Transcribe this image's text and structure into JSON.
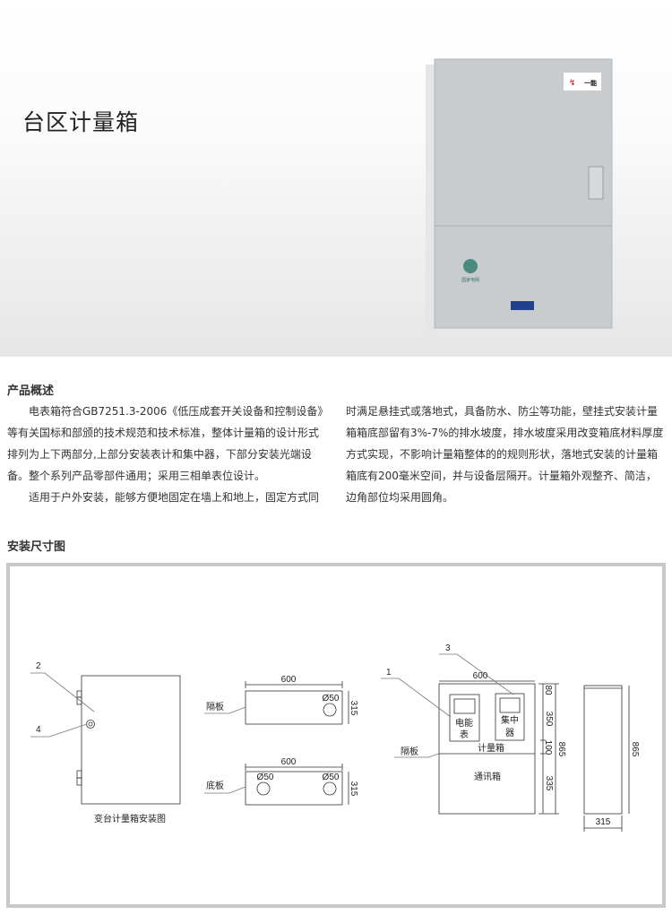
{
  "hero": {
    "title": "台区计量箱",
    "logo_text": "一能",
    "badge_text": "国家电网"
  },
  "overview": {
    "heading": "产品概述",
    "left_lines": [
      "　　电表箱符合GB7251.3-2006《低压成套开关设备和控制设备》",
      "等有关国标和部颁的技术规范和技术标准，整体计量箱的设计形式",
      "排列为上下两部分,上部分安装表计和集中器，下部分安装光端设",
      "备。整个系列产品零部件通用；采用三相单表位设计。",
      "　　适用于户外安装，能够方便地固定在墙上和地上，固定方式同"
    ],
    "right_lines": [
      "时满足悬挂式或落地式，具备防水、防尘等功能，壁挂式安装计量",
      "箱箱底部留有3%-7%的排水坡度，排水坡度采用改变箱底材料厚度",
      "方式实现，不影响计量箱整体的的规则形状，落地式安装的计量箱",
      "箱底有200毫米空间，并与设备层隔开。计量箱外观整齐、简洁，",
      "边角部位均采用圆角。"
    ]
  },
  "drawing": {
    "heading": "安装尺寸图",
    "install": {
      "label_2": "2",
      "label_4": "4",
      "caption": "变台计量箱安装图"
    },
    "partition": {
      "label": "隔板",
      "width": "600",
      "depth": "315",
      "hole": "Ø50"
    },
    "base": {
      "label": "底板",
      "width": "600",
      "depth": "315",
      "hole_left": "Ø50",
      "hole_right": "Ø50"
    },
    "front": {
      "label_1": "1",
      "label_3": "3",
      "width": "600",
      "meter_a": "电能",
      "meter_b": "表",
      "conc_a": "集中",
      "conc_b": "器",
      "meter_box": "计量箱",
      "comm_box": "通讯箱",
      "partition": "隔板",
      "d80": "80",
      "d350": "350",
      "d100": "100",
      "d335": "335",
      "total": "865"
    },
    "side": {
      "height": "865",
      "depth": "315"
    }
  }
}
